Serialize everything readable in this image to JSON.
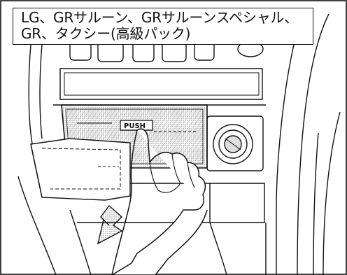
{
  "caption": {
    "line1": "LG、GRサルーン、GRサルーンスペシャル、",
    "line2": "GR、タクシー(高級パック)"
  },
  "push_label": "PUSH",
  "colors": {
    "ink": "#111111",
    "background": "#ffffff",
    "hatch": "#555555"
  }
}
